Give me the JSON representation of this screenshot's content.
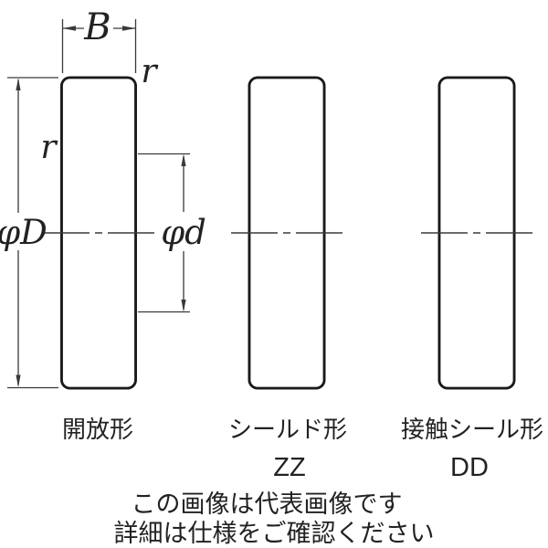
{
  "diagram": {
    "dimensions": {
      "width_label": "B",
      "outer_diameter_label": "φD",
      "bore_diameter_label": "φd",
      "chamfer_label_top_right": "r",
      "chamfer_label_left": "r"
    },
    "bearings": [
      {
        "type": "open",
        "caption": "開放形",
        "code": ""
      },
      {
        "type": "shielded",
        "caption": "シールド形",
        "code": "ZZ"
      },
      {
        "type": "contact_sealed",
        "caption": "接触シール形",
        "code": "DD"
      }
    ],
    "notes": [
      "この画像は代表画像です",
      "詳細は仕様をご確認ください"
    ]
  },
  "colors": {
    "ring_fill": "#d9e8f5",
    "line": "#1a1a1a",
    "dimension": "#3a3a3a",
    "text": "#222222"
  }
}
